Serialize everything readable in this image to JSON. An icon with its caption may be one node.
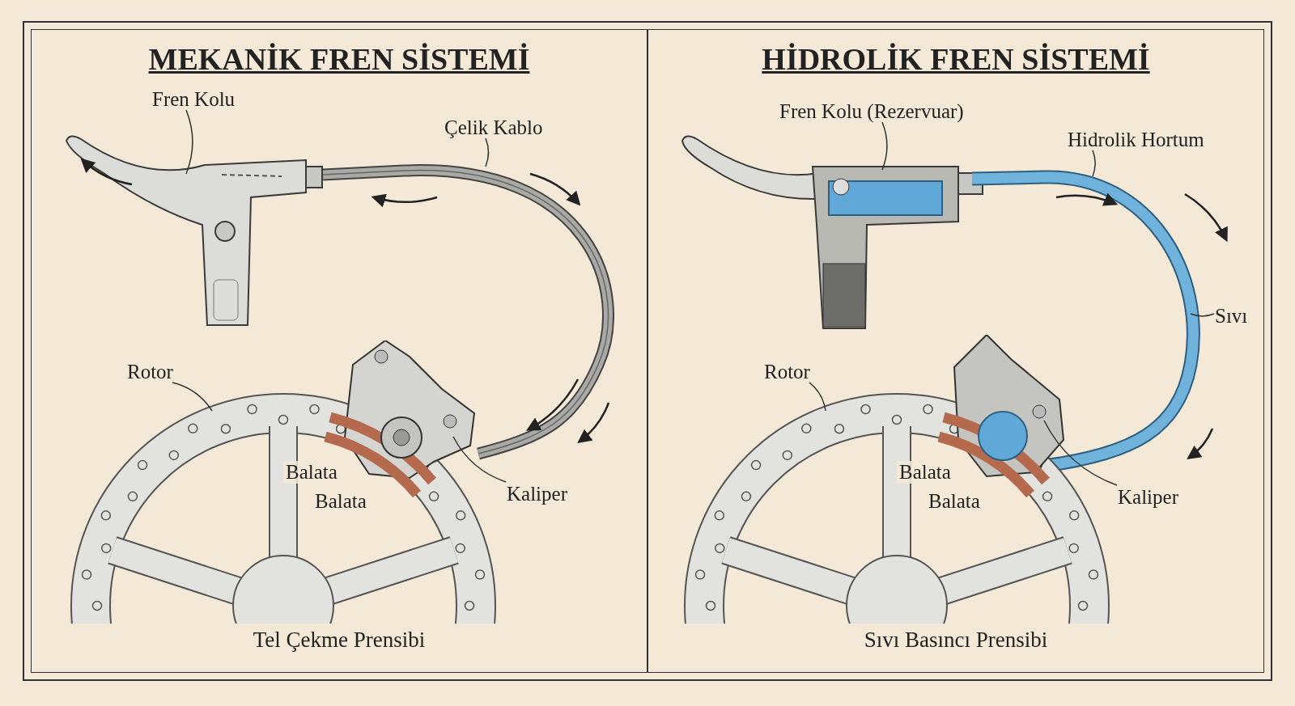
{
  "diagram": {
    "nodes": [
      {
        "text": [
          "MEKANİK FREN SİSTEMİ",
          "Tel Çekme Prensibi"
        ]
      },
      {
        "text": [
          "Fren Kolu"
        ],
        "in": 0
      },
      {
        "text": [],
        "shape": "picture",
        "in": 0
      },
      {
        "text": [
          "Çelik Kablo"
        ],
        "in": 0
      },
      {
        "text": [],
        "shape": "picture",
        "in": 0
      },
      {
        "text": [
          "Rotor"
        ],
        "in": 0
      },
      {
        "text": [],
        "shape": "picture",
        "in": 0
      },
      {
        "text": [
          "Kaliper"
        ],
        "in": 0
      },
      {
        "text": [],
        "shape": "picture",
        "in": 0
      },
      {
        "text": [
          "HİDROLİK FREN SİSTEMİ",
          "Sıvı Basıncı Prensibi"
        ]
      },
      {
        "text": [
          "Fren Kolu (Rezervuar)"
        ],
        "in": 9
      },
      {
        "text": [],
        "shape": "picture",
        "in": 9
      },
      {
        "text": [
          "Hidrolik Hortum"
        ],
        "in": 9
      },
      {
        "text": [],
        "shape": "picture",
        "in": 9
      },
      {
        "text": [
          "Sıvı"
        ],
        "in": 9
      },
      {
        "text": [
          "Rotor"
        ],
        "in": 9
      },
      {
        "text": [],
        "shape": "picture",
        "in": 9
      },
      {
        "text": [
          "Kaliper"
        ],
        "in": 9
      },
      {
        "text": [],
        "shape": "picture",
        "in": 9
      }
    ],
    "edges": [
      {
        "from": 1,
        "to": 2,
        "arrow": "none"
      },
      {
        "from": 3,
        "to": 4,
        "arrow": "none"
      },
      {
        "from": 5,
        "to": 6,
        "arrow": "none"
      },
      {
        "from": 7,
        "to": 8,
        "arrow": "none"
      },
      {
        "from": 10,
        "to": 11,
        "arrow": "none"
      },
      {
        "from": 12,
        "to": 13,
        "arrow": "none"
      },
      {
        "from": 14,
        "to": 13,
        "arrow": "none"
      },
      {
        "from": 15,
        "to": 16,
        "arrow": "none"
      },
      {
        "from": 17,
        "to": 18,
        "arrow": "none"
      }
    ],
    "labels": [
      "Balata",
      "Balata",
      "Balata",
      "Balata"
    ]
  }
}
